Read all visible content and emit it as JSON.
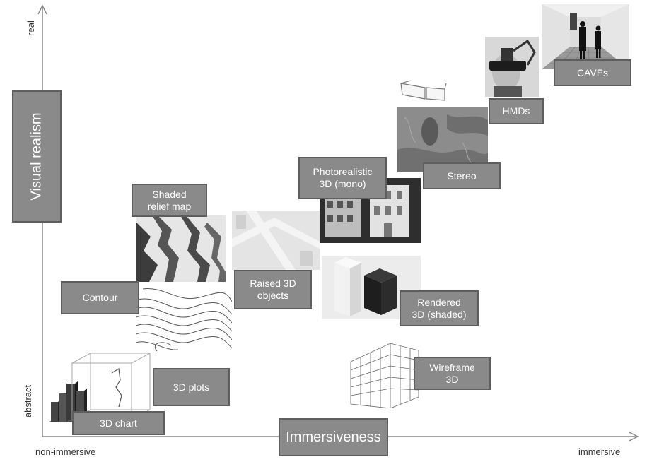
{
  "axes": {
    "x_axis_title": "Immersiveness",
    "x_min_label": "non-immersive",
    "x_max_label": "immersive",
    "y_axis_title": "Visual realism",
    "y_min_label": "abstract",
    "y_max_label": "real"
  },
  "items": [
    {
      "id": "3d-chart",
      "label": "3D chart",
      "icon": "bar-chart-3d-image"
    },
    {
      "id": "3d-plots",
      "label": "3D plots",
      "icon": "wireframe-plot-image"
    },
    {
      "id": "contour",
      "label": "Contour",
      "icon": "contour-map-image"
    },
    {
      "id": "shaded-relief-map",
      "label": "Shaded\nrelief map",
      "icon": "relief-map-image"
    },
    {
      "id": "raised-3d-objects",
      "label": "Raised 3D\nobjects",
      "icon": "street-map-image"
    },
    {
      "id": "photorealistic-3d",
      "label": "Photorealistic\n3D (mono)",
      "icon": "buildings-photo-image"
    },
    {
      "id": "rendered-3d",
      "label": "Rendered\n3D (shaded)",
      "icon": "shaded-boxes-image"
    },
    {
      "id": "wireframe-3d",
      "label": "Wireframe\n3D",
      "icon": "wireframe-building-image"
    },
    {
      "id": "stereo",
      "label": "Stereo",
      "icon": "stereo-terrain-image"
    },
    {
      "id": "hmds",
      "label": "HMDs",
      "icon": "head-mounted-display-image"
    },
    {
      "id": "caves",
      "label": "CAVEs",
      "icon": "cave-room-image"
    }
  ],
  "colors": {
    "label_fill": "#8a8a8a",
    "label_border": "#5e5e5e",
    "label_text": "#ffffff",
    "axis": "#888888"
  }
}
